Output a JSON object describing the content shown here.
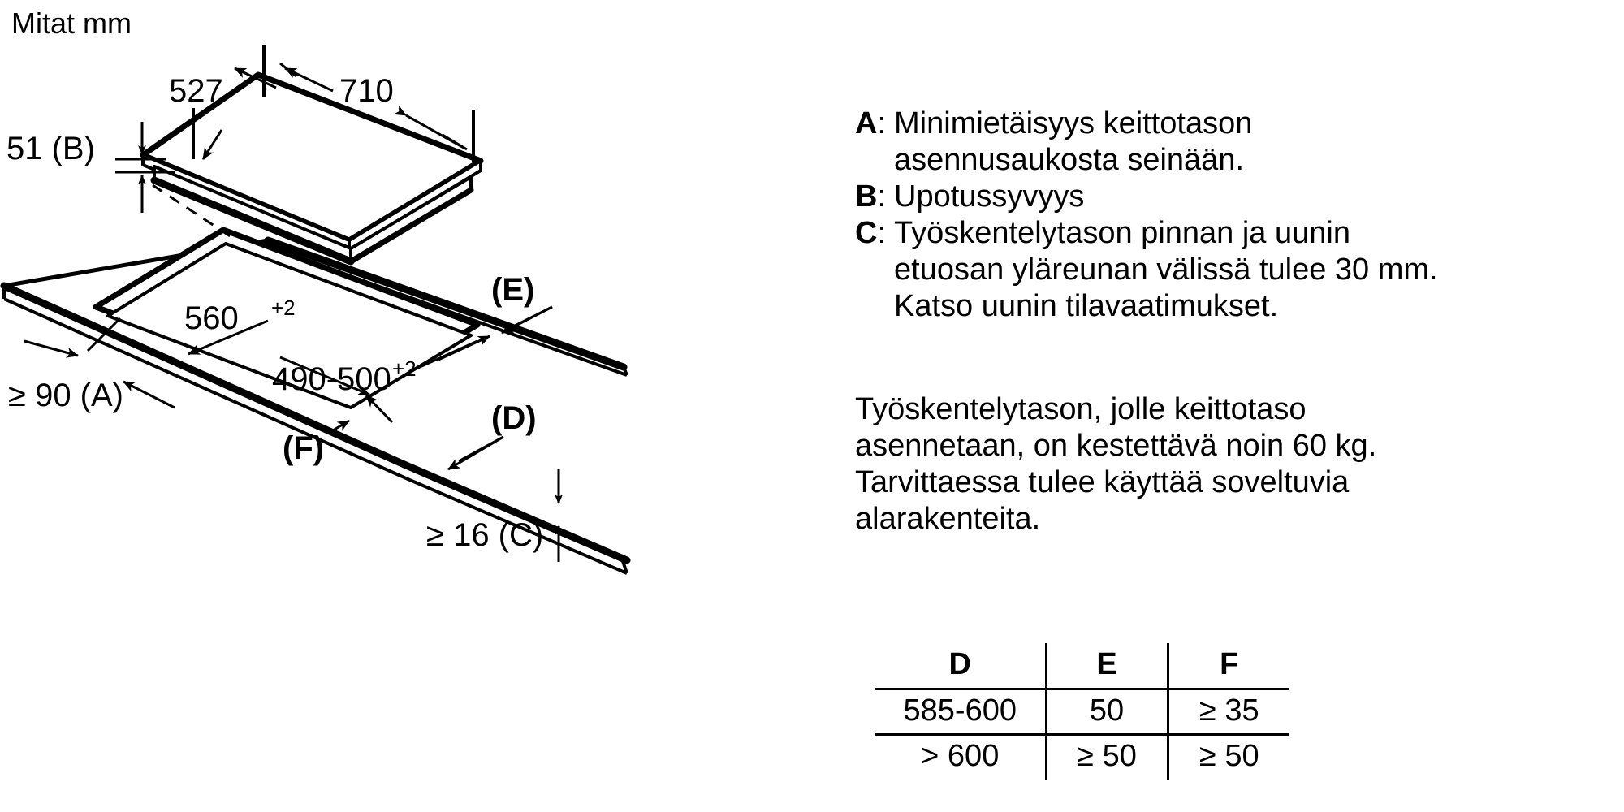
{
  "units_title": "Mitat mm",
  "diagram": {
    "labels": {
      "depth_527": "527",
      "width_710": "710",
      "recess_51_b": "51 (B)",
      "wall_min_90_a": "≥ 90 (A)",
      "cutout_560": "560",
      "cutout_560_tol": "+2",
      "cutout_490_500": "490-500",
      "cutout_490_500_tol": "+2",
      "thickness_16_c": "≥ 16 (C)",
      "callout_d": "(D)",
      "callout_e": "(E)",
      "callout_f": "(F)"
    }
  },
  "legend": {
    "items": [
      {
        "key": "A",
        "colon": ":",
        "lines": [
          "Minimietäisyys keittotason",
          "asennusaukosta seinään."
        ]
      },
      {
        "key": "B",
        "colon": ":",
        "lines": [
          "Upotussyvyys"
        ]
      },
      {
        "key": "C",
        "colon": ":",
        "lines": [
          "Työskentelytason pinnan ja uunin",
          "etuosan yläreunan välissä tulee 30 mm.",
          "Katso uunin tilavaatimukset."
        ]
      }
    ]
  },
  "note": {
    "lines": [
      "Työskentelytason, jolle keittotaso",
      "asennetaan, on kestettävä noin 60 kg.",
      "Tarvittaessa tulee käyttää soveltuvia",
      "alarakenteita."
    ]
  },
  "spec_table": {
    "headers": [
      "D",
      "E",
      "F"
    ],
    "rows": [
      [
        "585-600",
        "50",
        "≥ 35"
      ],
      [
        "> 600",
        "≥ 50",
        "≥ 50"
      ]
    ]
  },
  "colors": {
    "ink": "#000000",
    "paper": "#ffffff"
  }
}
